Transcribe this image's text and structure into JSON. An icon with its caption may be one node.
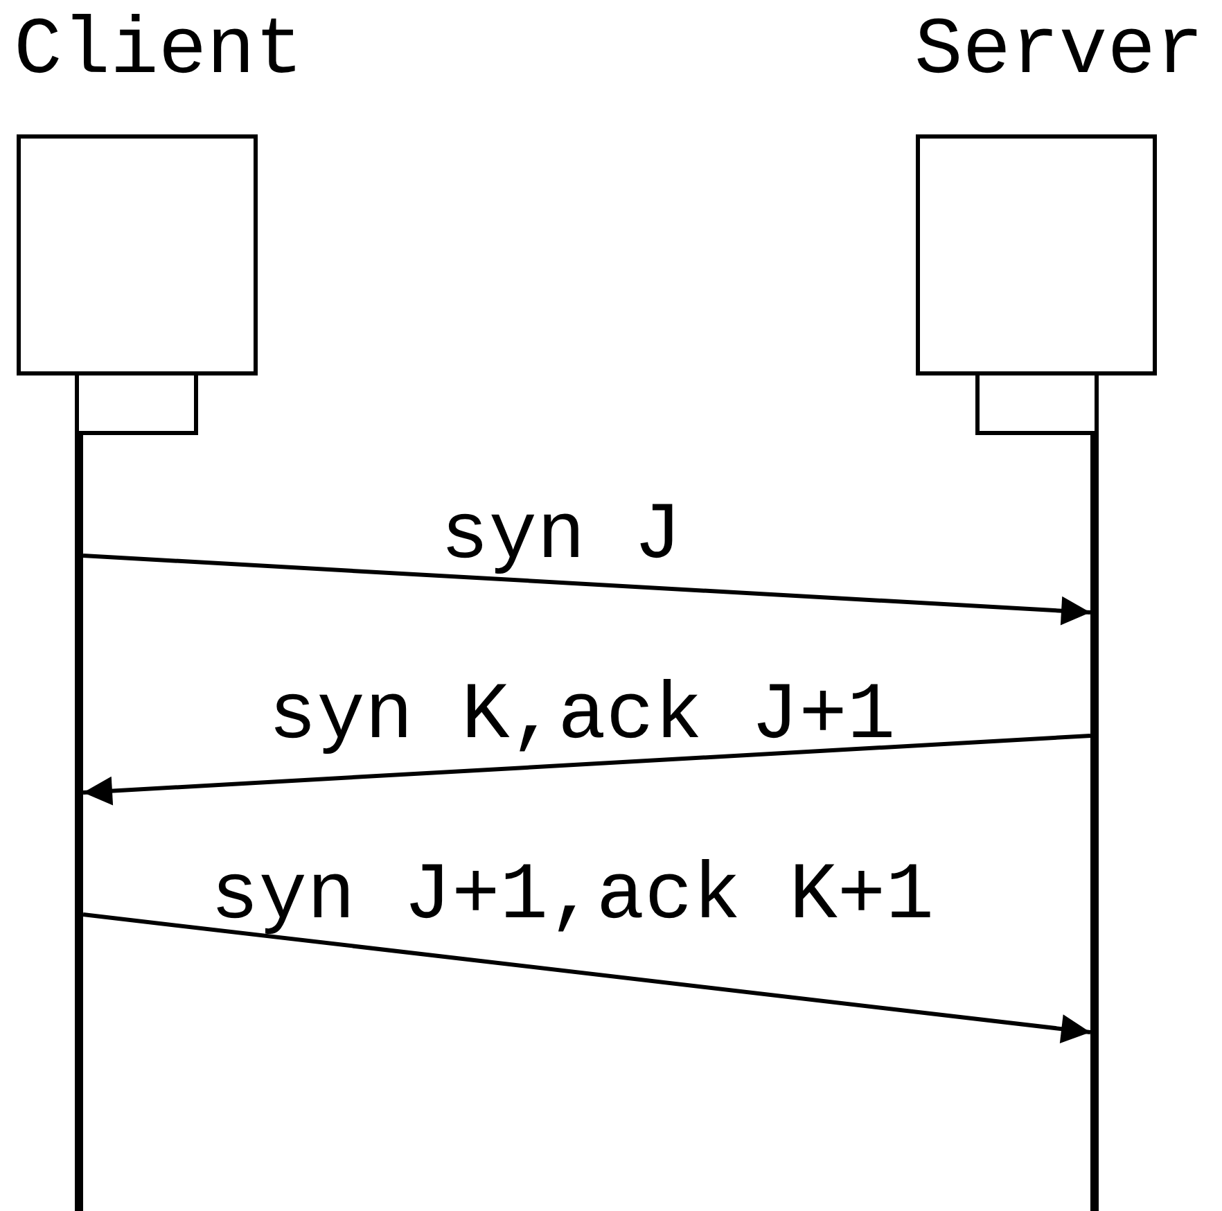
{
  "diagram": {
    "nodes": [
      {
        "text": [
          "Client"
        ]
      },
      {
        "text": [
          "Server"
        ]
      },
      {
        "text": [],
        "shape": "bar"
      },
      {
        "text": [],
        "shape": "bar"
      }
    ],
    "edges": [
      {
        "from": 2,
        "to": 3,
        "arrow": "to",
        "label": "syn J"
      },
      {
        "from": 3,
        "to": 2,
        "arrow": "to",
        "label": "syn K,ack J+1"
      },
      {
        "from": 2,
        "to": 3,
        "arrow": "to",
        "label": "syn J+1,ack K+1"
      }
    ]
  }
}
